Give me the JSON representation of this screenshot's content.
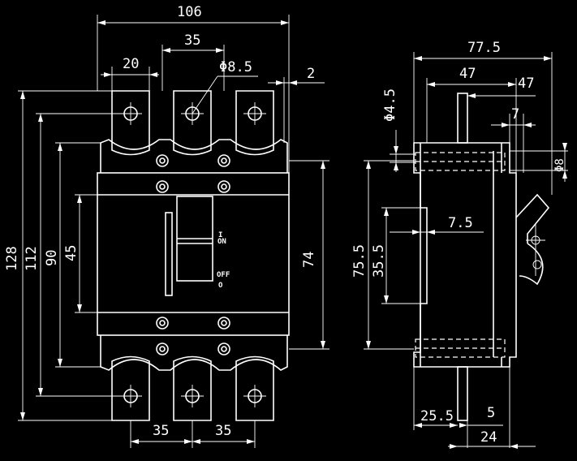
{
  "front_view": {
    "dim_width": "106",
    "dim_pole_pitch_top": "35",
    "dim_terminal_width": "20",
    "dim_hole_dia": "Φ8.5",
    "dim_offset": "2",
    "dim_height_128": "128",
    "dim_height_112": "112",
    "dim_height_90": "90",
    "dim_height_45": "45",
    "dim_height_74": "74",
    "dim_pole_pitch_bottom_1": "35",
    "dim_pole_pitch_bottom_2": "35",
    "label_on": "ON",
    "label_on_mark": "I",
    "label_off": "OFF",
    "label_off_mark": "O"
  },
  "side_view": {
    "dim_depth_77_5": "77.5",
    "dim_depth_47_a": "47",
    "dim_depth_47_b": "47",
    "dim_7": "7",
    "dim_hole_4_5": "Φ4.5",
    "dim_hole_8": "Φ8",
    "dim_75_5": "75.5",
    "dim_35_5": "35.5",
    "dim_7_5": "7.5",
    "dim_25_5": "25.5",
    "dim_5": "5",
    "dim_24": "24"
  }
}
